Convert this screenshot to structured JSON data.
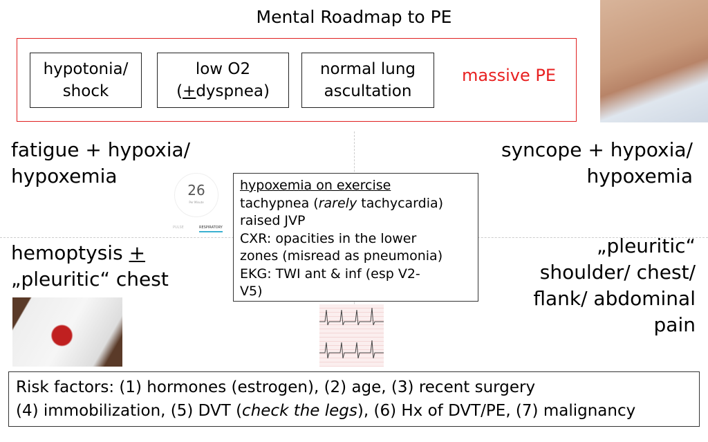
{
  "title": "Mental Roadmap to PE",
  "roadmap": {
    "boxes": [
      {
        "line1": "hypotonia/",
        "line2": "shock"
      },
      {
        "line1": "low O2",
        "line2_pm": "+",
        "line2_rest": "dyspnea)",
        "line2_open": "("
      },
      {
        "line1": "normal lung",
        "line2": "ascultation"
      }
    ],
    "result": "massive PE",
    "accent_color": "#e82020"
  },
  "quadrants": {
    "top_left": {
      "line1": "fatigue + hypoxia/",
      "line2": "hypoxemia"
    },
    "top_right": {
      "line1": "syncope + hypoxia/",
      "line2": "hypoxemia"
    },
    "bottom_left": {
      "line1_a": "hemoptysis ",
      "line1_pm": "+",
      "line2": "„pleuritic“ chest"
    },
    "bottom_right": {
      "lines": [
        "„pleuritic“",
        "shoulder/ chest/",
        "flank/ abdominal",
        "pain"
      ]
    }
  },
  "widget": {
    "value": "26",
    "unit": "Per Minute",
    "tabs": [
      "PULSE",
      "RESPIRATORY"
    ]
  },
  "findings": {
    "heading": "hypoxemia on exercise",
    "l2a": "tachypnea (",
    "l2i": "rarely",
    "l2b": " tachycardia)",
    "l3": "raised JVP",
    "l4": "CXR: opacities in the lower",
    "l5": "zones (misread as pneumonia)",
    "l6": "EKG: TWI ant & inf (esp V2-",
    "l7": "V5)"
  },
  "risk": {
    "line1": "Risk factors: (1) hormones (estrogen), (2) age, (3) recent surgery",
    "l2a": "(4) immobilization, (5) DVT (",
    "l2i": "check the legs",
    "l2b": "), (6) Hx of DVT/PE, (7) malignancy"
  },
  "images": [
    "neck-photo",
    "hemoptysis-tissue-photo",
    "ecg-strip"
  ]
}
